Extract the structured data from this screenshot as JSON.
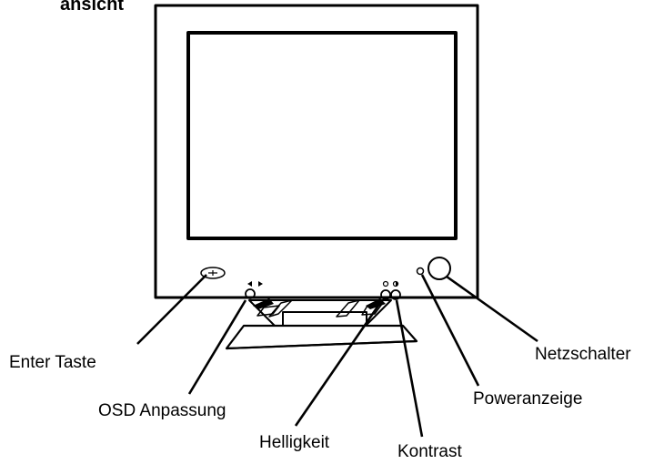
{
  "title": "ansicht",
  "labels": {
    "enter": "Enter Taste",
    "osd": "OSD Anpassung",
    "brightness": "Helligkeit",
    "contrast": "Kontrast",
    "power_led": "Poweranzeige",
    "power_switch": "Netzschalter"
  },
  "colors": {
    "ink": "#000000",
    "paper": "#ffffff"
  }
}
